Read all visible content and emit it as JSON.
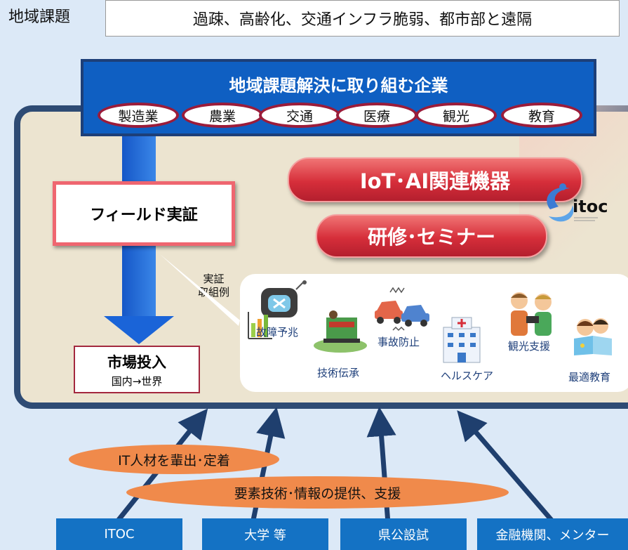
{
  "regional_issues": {
    "label": "地域課題",
    "text": "過疎、高齢化、交通インフラ脆弱、都市部と遠隔"
  },
  "companies": {
    "title": "地域課題解決に取り組む企業",
    "sectors": [
      "製造業",
      "農業",
      "交通",
      "医療",
      "観光",
      "教育"
    ]
  },
  "flow": {
    "field_test": "フィールド実証",
    "market_entry": "市場投入",
    "market_scope": "国内→世界"
  },
  "offerings": {
    "iot": "IoT･AI関連機器",
    "seminar": "研修･セミナー",
    "logo_text": "itoc"
  },
  "examples": {
    "label_line1": "実証",
    "label_line2": "取組例",
    "items": [
      "故障予兆",
      "技術伝承",
      "事故防止",
      "ヘルスケア",
      "観光支援",
      "最適教育"
    ]
  },
  "support": {
    "talent": "IT人材を輩出･定着",
    "tech": "要素技術･情報の提供、支援"
  },
  "supporters": [
    "ITOC",
    "大学 等",
    "県公設試",
    "金融機関、メンター"
  ],
  "colors": {
    "navy": "#2e4b74",
    "blue": "#0f5fc2",
    "crimson": "#9b1c3a",
    "red": "#d62e3a",
    "orange": "#f08a4b",
    "beige": "#ece4d0"
  }
}
